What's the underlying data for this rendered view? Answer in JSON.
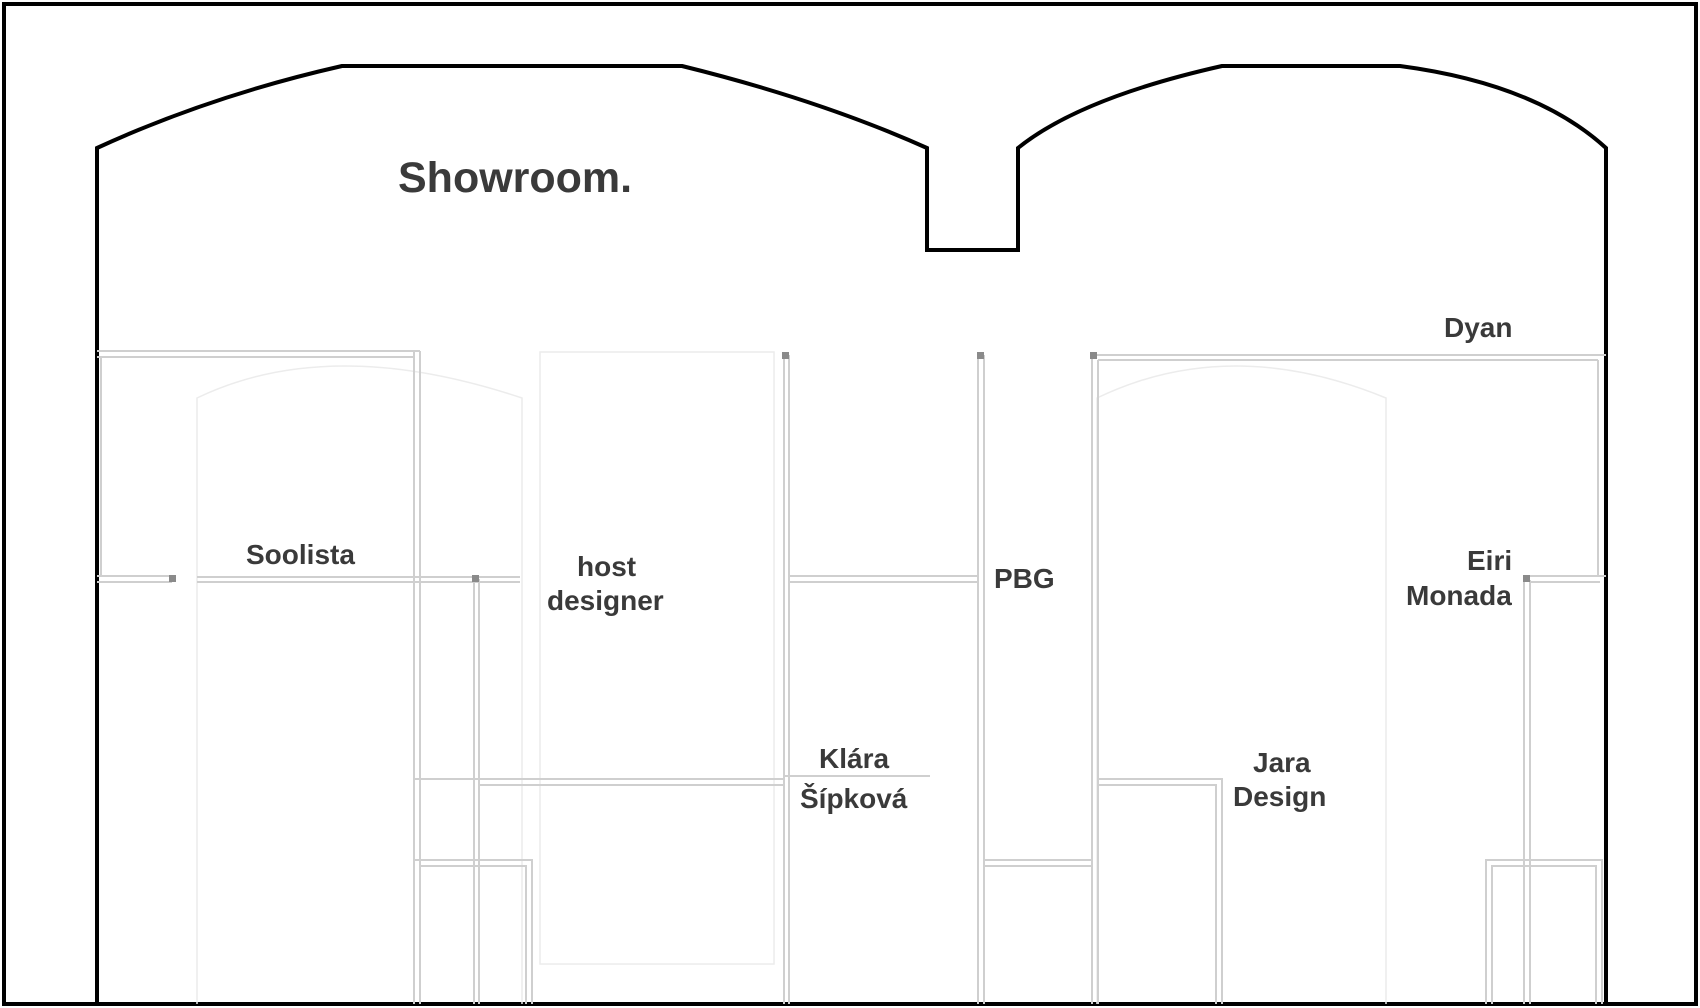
{
  "plan": {
    "title": "Showroom.",
    "booths": [
      {
        "key": "dyan",
        "lines": [
          "Dyan"
        ]
      },
      {
        "key": "soolista",
        "lines": [
          "Soolista"
        ]
      },
      {
        "key": "host-designer",
        "lines": [
          "host",
          "designer"
        ]
      },
      {
        "key": "pbg",
        "lines": [
          "PBG"
        ]
      },
      {
        "key": "eiri-monada",
        "lines": [
          "Eiri",
          "Monada"
        ]
      },
      {
        "key": "klara-sipkova",
        "lines": [
          "Klára",
          "Šípková"
        ]
      },
      {
        "key": "jara-design",
        "lines": [
          "Jara",
          "Design"
        ]
      }
    ]
  },
  "colors": {
    "outline": "#000000",
    "partition": "#c2c2c2",
    "label": "#3a3a3a"
  }
}
